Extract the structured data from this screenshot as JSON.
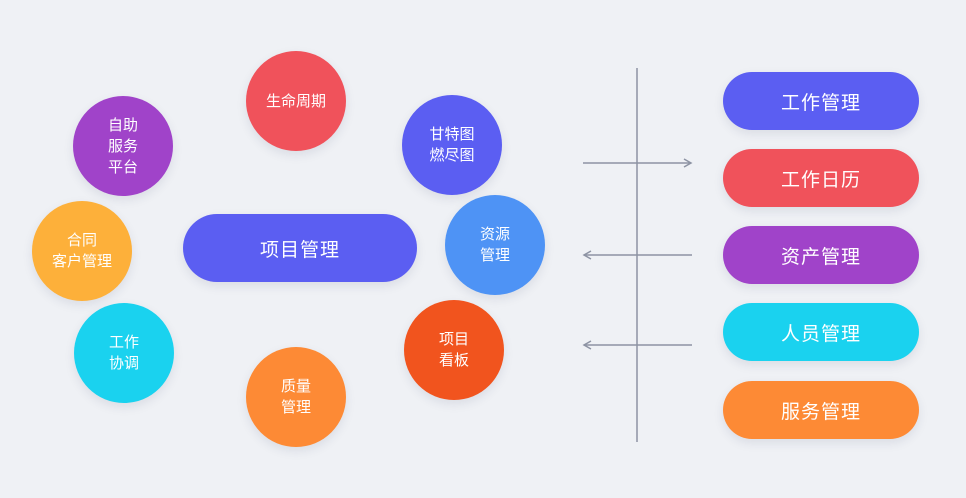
{
  "center": {
    "label": "项目管理",
    "color": "#5b5ef2"
  },
  "nodes": [
    {
      "id": "lifecycle",
      "label": "生命周期",
      "color": "#f0525b"
    },
    {
      "id": "self-service",
      "label": "自助\n服务\n平台",
      "color": "#a043c9"
    },
    {
      "id": "gantt",
      "label": "甘特图\n燃尽图",
      "color": "#5b5ef2"
    },
    {
      "id": "contract",
      "label": "合同\n客户管理",
      "color": "#fdb03a"
    },
    {
      "id": "resource",
      "label": "资源\n管理",
      "color": "#4e93f5"
    },
    {
      "id": "collab",
      "label": "工作\n协调",
      "color": "#1ad2ef"
    },
    {
      "id": "board",
      "label": "项目\n看板",
      "color": "#f1541e"
    },
    {
      "id": "quality",
      "label": "质量\n管理",
      "color": "#fd8a35"
    }
  ],
  "modules": [
    {
      "label": "工作管理",
      "color": "#5b5ef2"
    },
    {
      "label": "工作日历",
      "color": "#f0525b"
    },
    {
      "label": "资产管理",
      "color": "#a043c9"
    },
    {
      "label": "人员管理",
      "color": "#1ad2ef"
    },
    {
      "label": "服务管理",
      "color": "#fd8a35"
    }
  ],
  "arrows": [
    {
      "direction": "right"
    },
    {
      "direction": "left"
    },
    {
      "direction": "left"
    }
  ],
  "line_color": "#8d93a3"
}
